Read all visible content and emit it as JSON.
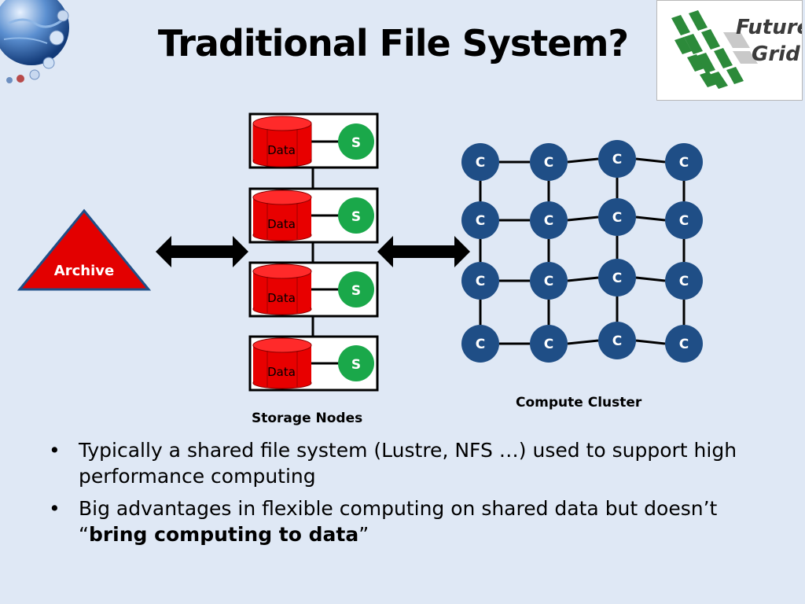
{
  "title": "Traditional File System?",
  "logo": {
    "line1": "Future",
    "line2": "Grid"
  },
  "archive": {
    "label": "Archive"
  },
  "storage": {
    "nodes": [
      {
        "data_label": "Data",
        "server_label": "S"
      },
      {
        "data_label": "Data",
        "server_label": "S"
      },
      {
        "data_label": "Data",
        "server_label": "S"
      },
      {
        "data_label": "Data",
        "server_label": "S"
      }
    ],
    "caption": "Storage Nodes"
  },
  "compute": {
    "node_label": "C",
    "rows": 4,
    "cols": 4,
    "caption": "Compute Cluster"
  },
  "bullets": [
    {
      "text": "Typically a shared file system (Lustre, NFS …) used to support high performance computing"
    },
    {
      "pre": "Big advantages in flexible computing on shared data but doesn’t “",
      "bold": "bring computing to data",
      "post": "”"
    }
  ],
  "colors": {
    "background": "#dfe8f5",
    "data_cylinder": "#e80000",
    "server": "#1aa84a",
    "compute_node": "#1f4e86",
    "archive": "#e30000"
  }
}
